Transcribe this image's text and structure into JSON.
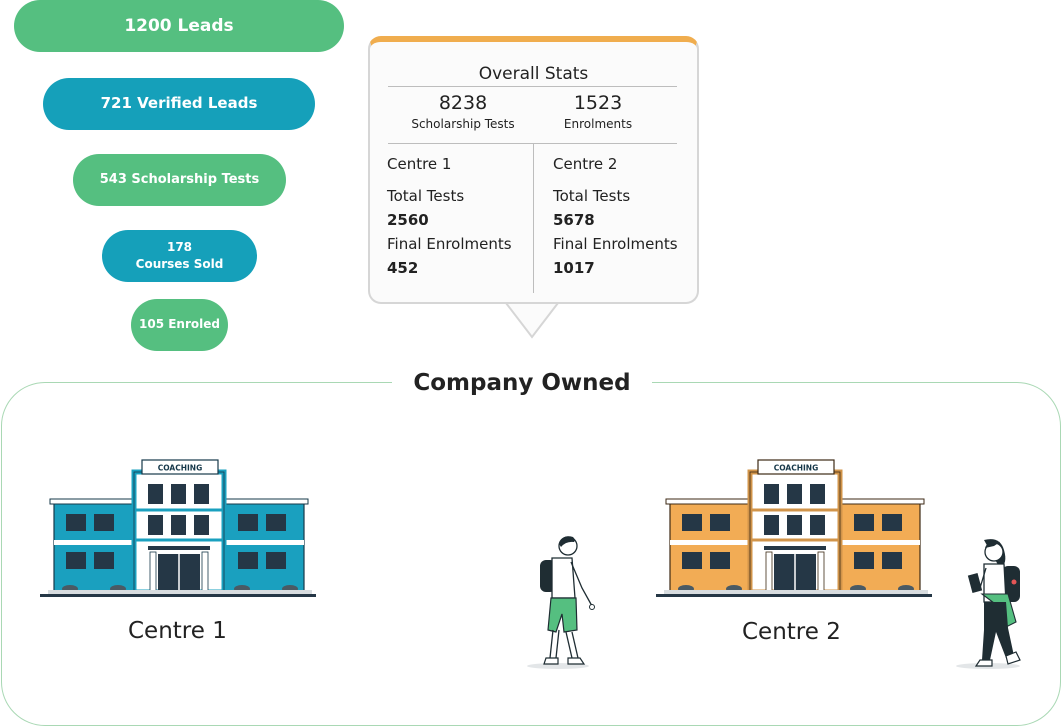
{
  "funnel": [
    {
      "line1": "1200 Leads",
      "line2": ""
    },
    {
      "line1": "721 Verified Leads",
      "line2": ""
    },
    {
      "line1": "543 Scholarship Tests",
      "line2": ""
    },
    {
      "line1": "178",
      "line2": "Courses Sold"
    },
    {
      "line1": "105 Enroled",
      "line2": ""
    }
  ],
  "overall_stats": {
    "title": "Overall Stats",
    "scholarship_tests": {
      "value": "8238",
      "label": "Scholarship Tests"
    },
    "enrolments": {
      "value": "1523",
      "label": "Enrolments"
    },
    "centres": [
      {
        "name": "Centre 1",
        "total_tests_label": "Total Tests",
        "total_tests": "2560",
        "final_enrolments_label": "Final Enrolments",
        "final_enrolments": "452"
      },
      {
        "name": "Centre 2",
        "total_tests_label": "Total Tests",
        "total_tests": "5678",
        "final_enrolments_label": "Final Enrolments",
        "final_enrolments": "1017"
      }
    ]
  },
  "company": {
    "title": "Company Owned",
    "centre1_label": "Centre 1",
    "centre2_label": "Centre 2",
    "sign_text": "COACHING"
  },
  "colors": {
    "green": "#55bf80",
    "teal": "#15a0ba",
    "accent_orange": "#f0ad4e",
    "building1": "#1aa0bf",
    "building2": "#f2ac55",
    "border_green": "#a9d8b4"
  }
}
